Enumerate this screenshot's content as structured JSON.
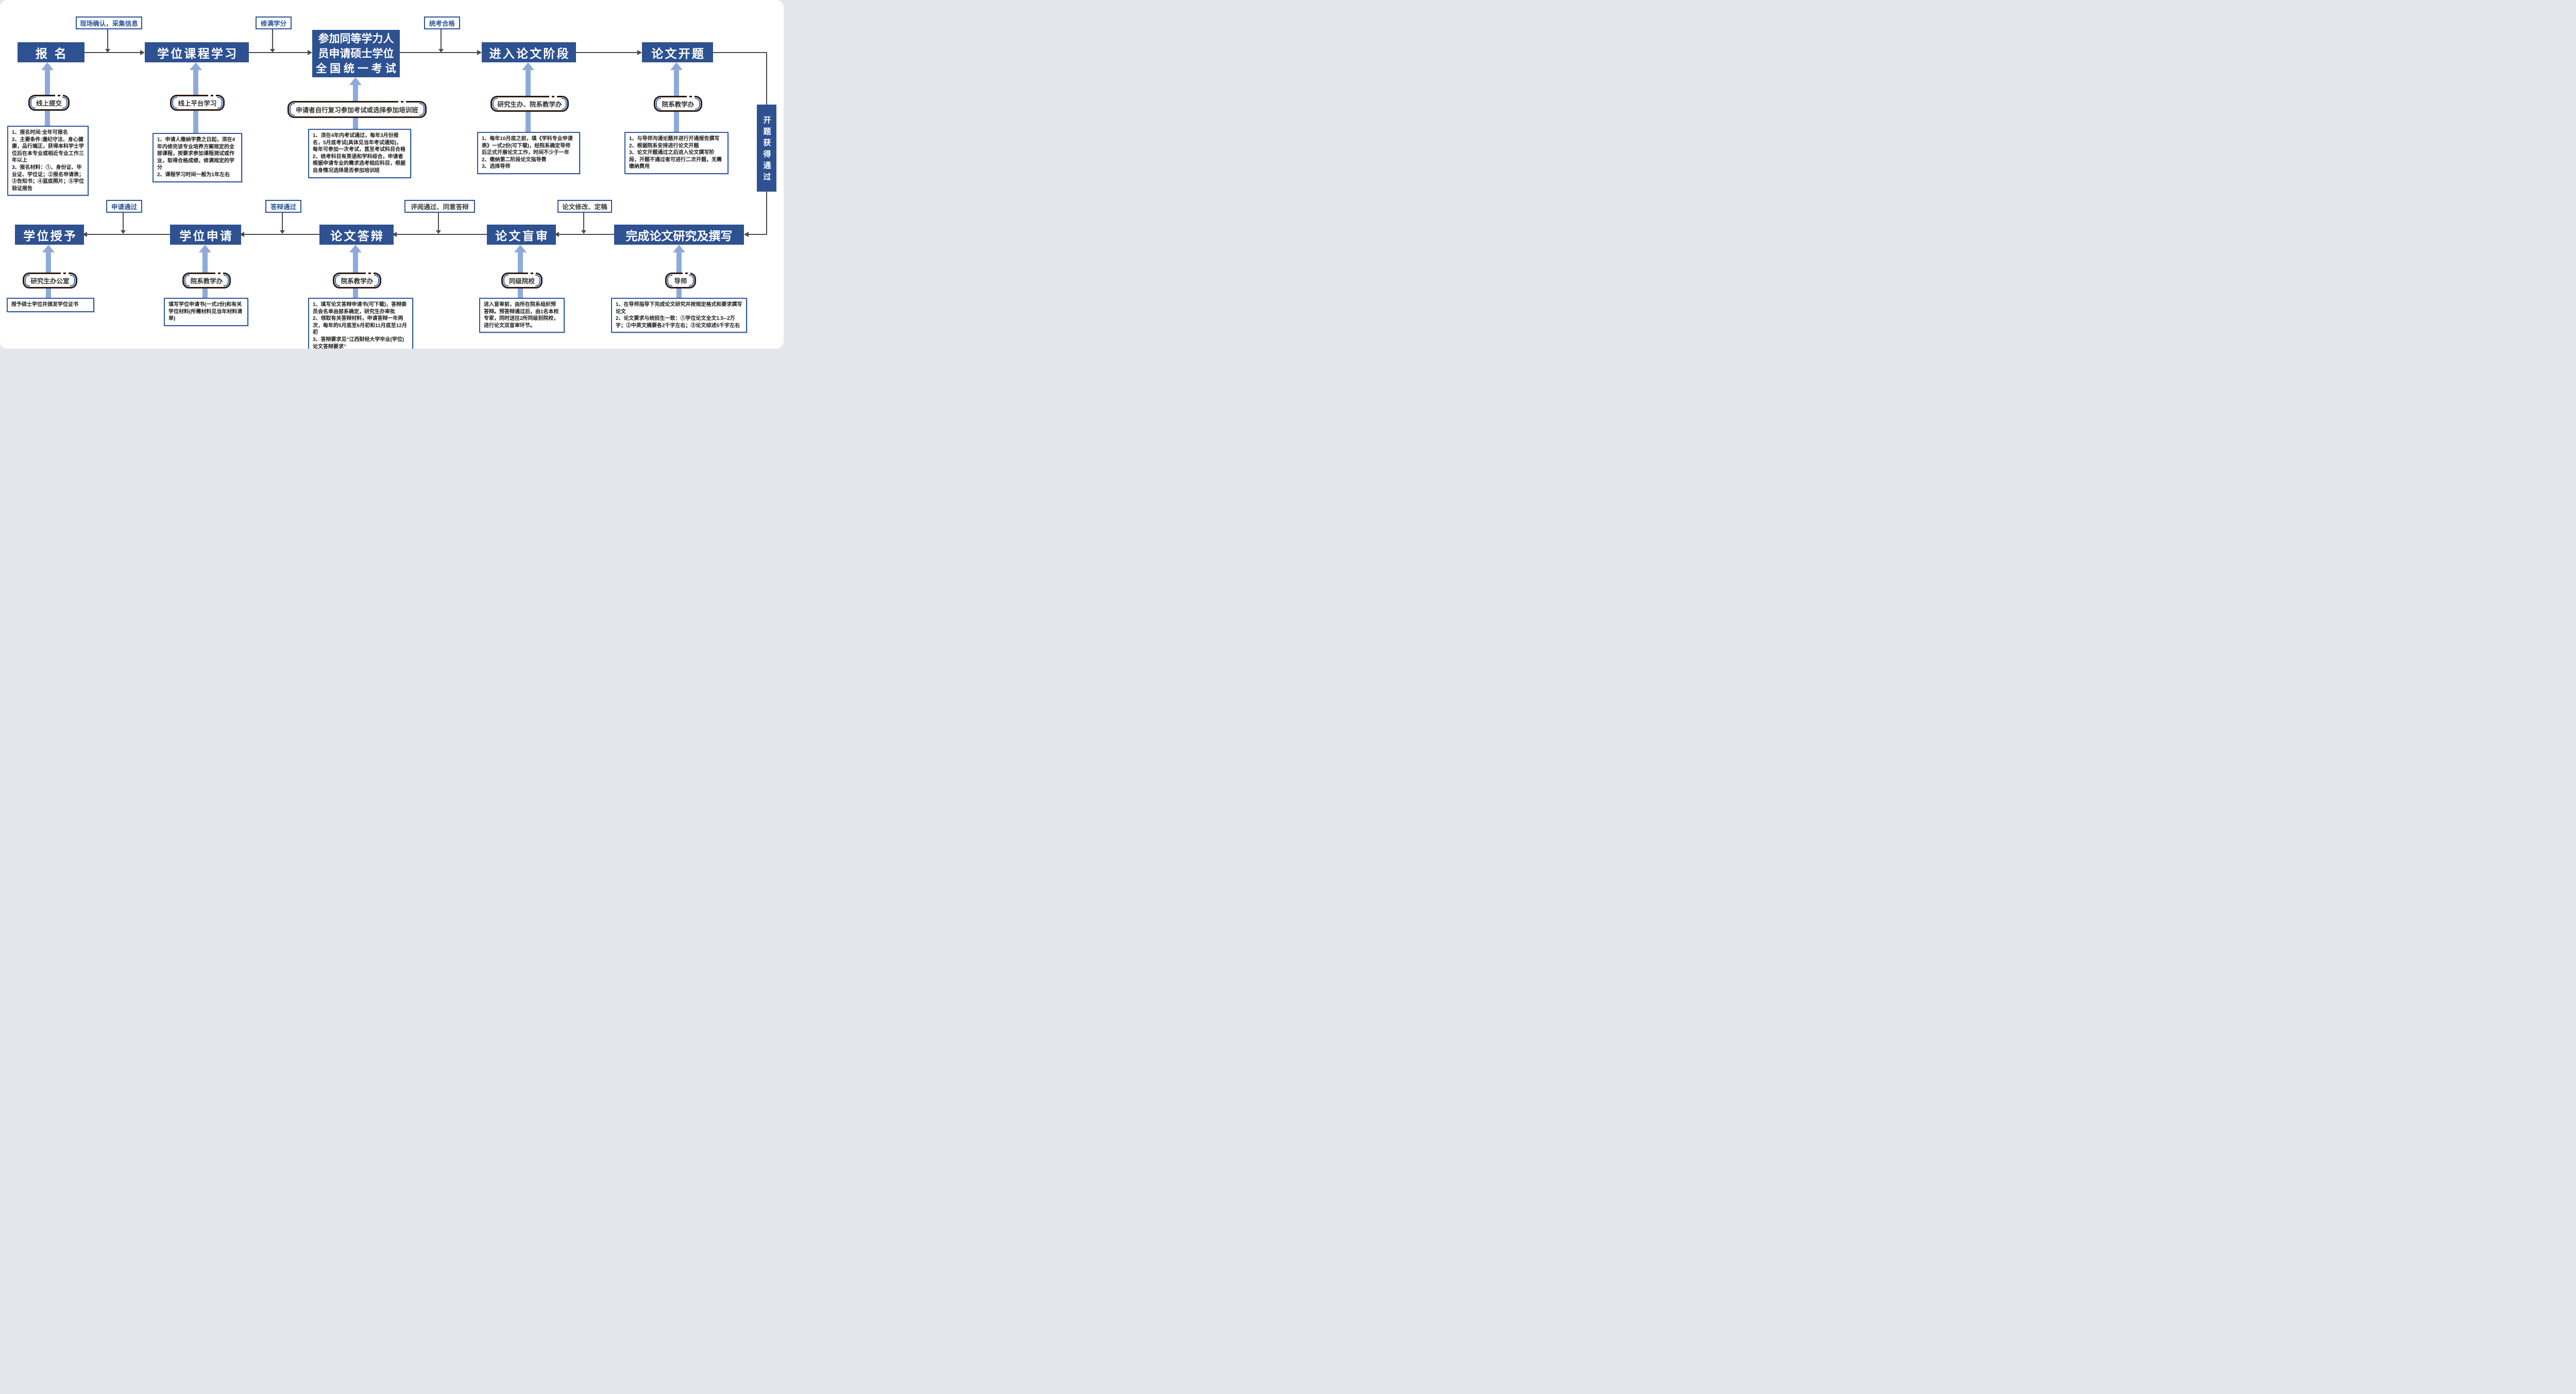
{
  "colors": {
    "node_bg": "#2e5191",
    "big_arrow": "#8EAADB",
    "label_blue": "#2d5397",
    "label_dark": "#3f3f3f",
    "detail_border": "#30599e",
    "stadium_border": "#2a1a10",
    "stadium_arc": "#3a66b0",
    "connector": "#4a4a4a"
  },
  "top": {
    "nodes": {
      "signup": "报名",
      "course": "学位课程学习",
      "exam_lines": [
        "参加同等学力人",
        "员申请硕士学位",
        "全国统一考试"
      ],
      "thesis_stage": "进入论文阶段",
      "proposal": "论文开题"
    },
    "edge_labels": {
      "onsite": "现场确认，采集信息",
      "credits": "修满学分",
      "exam_pass": "统考合格"
    },
    "stadiums": {
      "online_submit": "线上提交",
      "online_platform": "线上平台学习",
      "self_study": "申请者自行复习参加考试或选择参加培训班",
      "grad_office_dept": "研究生办、院系教学办",
      "dept_office": "院系教学办"
    },
    "details": {
      "signup": "1、报名时间:全年可报名\n2、主要条件:遵纪守法、身心健康，品行端正，获得本科学士学位后在本专业或相近专业工作三年以上\n3、报名材料：①、身份证、毕业证、学位证；②报名申请表；③告知书；④蓝底照片；⑤学位验证报告",
      "course": "1、申请人缴纳学费之日起，须在4年内修完该专业培养方案规定的全部课程，按要求参加课程测试或作业，取得合格成绩，修满规定的学分\n2、课程学习时间一般为1年左右",
      "exam": "1、须在4年内考试通过，每年3月份报名，5月底考试(具体见当年考试通知)，每年可参加一次考试，直至考试科目合格\n2、统考科目有英语和学科综合，申请者根据申请专业的需求选考相应科目，根据自身情况选择是否参加培训班",
      "thesis_stage": "1、每年10月底之前，填《学科专业申请表》一式2份(可下载)，经院系确定导师后正式开展论文工作，时间不少于一年\n2、缴纳第二阶段论文指导费\n3、选择导师",
      "proposal": "1、与导师沟通论题并进行开通报告撰写\n2、根据院系安排进行论文开题\n3、论文开题通过之后进入论文撰写阶段，开题不通过者可进行二次开题，无需缴纳费用"
    }
  },
  "side": {
    "proposal_passed": "开题获得通过"
  },
  "bottom": {
    "nodes": {
      "award": "学位授予",
      "apply": "学位申请",
      "defense": "论文答辩",
      "blind_review": "论文盲审",
      "writing": "完成论文研究及撰写"
    },
    "edge_labels": {
      "apply_pass": "申请通过",
      "defense_pass": "答辩通过",
      "review_pass": "评阅通过、同意答辩",
      "revision": "论文修改、定稿"
    },
    "stadiums": {
      "grad_office": "研究生办公室",
      "dept_office_apply": "院系教学办",
      "dept_office_defense": "院系教学办",
      "peer_school": "同级院校",
      "supervisor": "导师"
    },
    "details": {
      "award": "授予硕士学位并颁发学位证书",
      "apply": "填写学位申请书(一式2份)和有关学位材料(所需材料见当年材料清单)",
      "defense": "1、填写论文答辩申请书(可下载)，答辩委员会名单由部系确定，研究生办审批\n2、领取有关答辩材料，申请答辩一年两次，每年的5月底至6月初和11月底至12月初\n3、答辩要求见“江西财经大学毕业(学位)论文答辩要求”",
      "blind_review": "进入盲审前，由所在院系组织预答辩。预答辩通过后，由1名本校专家，同时送往2所同级别院校，进行论文双盲审环节。",
      "writing": "1、在导师指导下完成论文研究并按规定格式和要求撰写论文\n2、论文要求与统招生一致：①学位论文全文1.5--2万字；②中英文摘要各2千字左右；③论文综述5千字左右"
    }
  }
}
